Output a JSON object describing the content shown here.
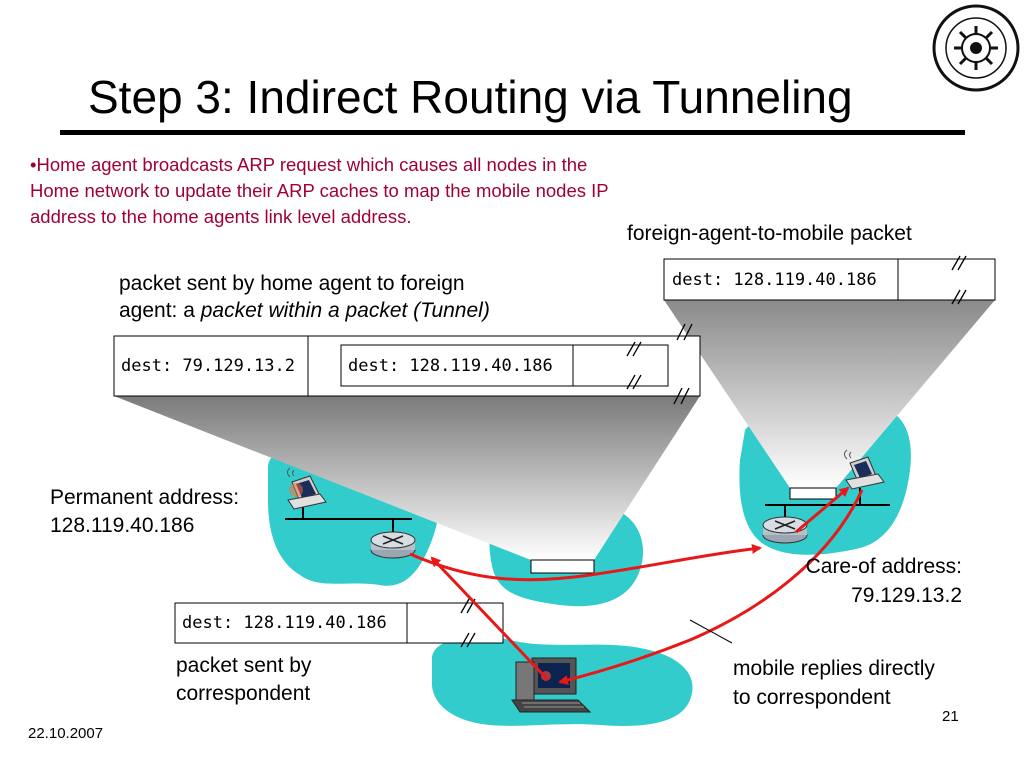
{
  "slide": {
    "title": "Step 3: Indirect Routing via Tunneling",
    "bullet": "•Home agent broadcasts ARP request which causes all nodes in the Home network to update their ARP caches to map the mobile nodes IP address to the home agents link level address.",
    "date": "22.10.2007",
    "page_number": "21"
  },
  "labels": {
    "foreign_to_mobile": "foreign-agent-to-mobile packet",
    "tunnel_line1": "packet sent by home agent to foreign",
    "tunnel_line2_prefix": "agent: a ",
    "tunnel_line2_italic": "packet within a packet (Tunnel)",
    "permanent_address_label": "Permanent address:",
    "permanent_address_value": "128.119.40.186",
    "care_of_label": "Care-of address:",
    "care_of_value": "79.129.13.2",
    "sent_by_correspondent_1": "packet sent by",
    "sent_by_correspondent_2": "correspondent",
    "mobile_replies_1": "mobile replies directly",
    "mobile_replies_2": "to correspondent"
  },
  "packets": {
    "foreign_to_mobile_dest": "dest: 128.119.40.186",
    "tunnel_outer_dest": "dest: 79.129.13.2",
    "tunnel_inner_dest": "dest: 128.119.40.186",
    "correspondent_dest": "dest: 128.119.40.186"
  },
  "colors": {
    "network": "#33cccc",
    "arrow": "#e81818",
    "bullet_text": "#a0003a"
  },
  "icons": [
    "laptop-icon",
    "router-icon",
    "computer-icon",
    "seal-logo-icon"
  ]
}
